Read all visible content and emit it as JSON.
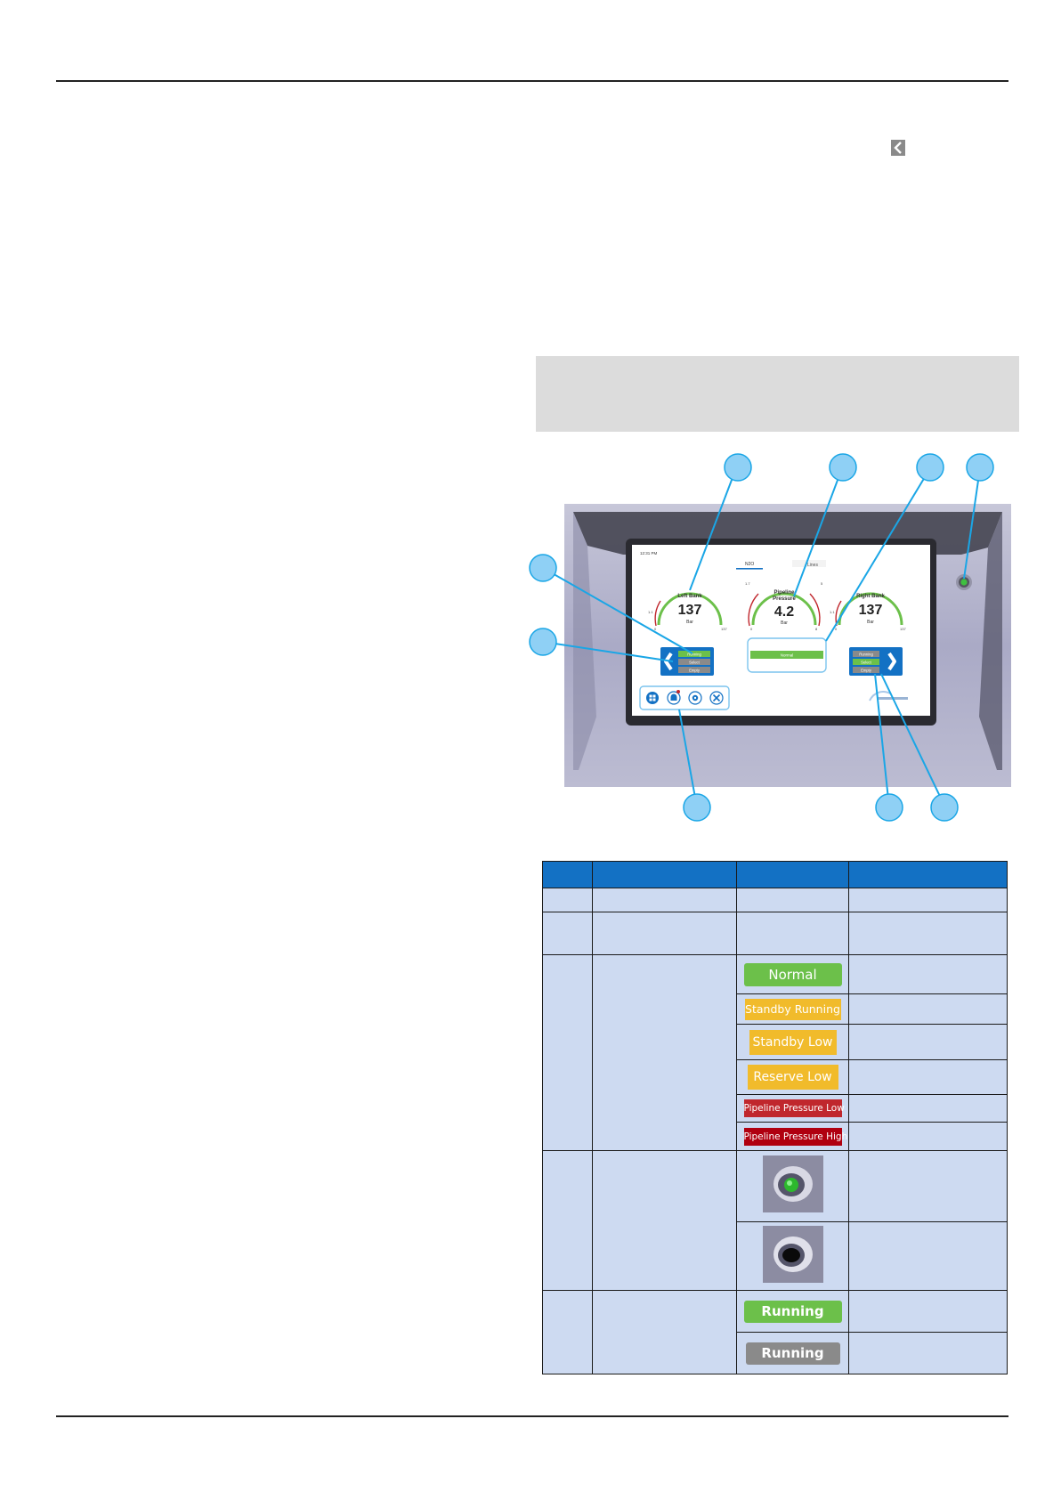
{
  "screen": {
    "time": "12:31 PM",
    "tabs": {
      "n2o": "N2O",
      "lines": "Lines"
    },
    "left_gauge": {
      "title": "Left Bank",
      "value": "137",
      "unit": "Bar",
      "min": "0",
      "max": "137",
      "tick": "1.1"
    },
    "center_gauge": {
      "title_line1": "Pipeline",
      "title_line2": "Pressure",
      "value": "4.2",
      "unit": "Bar",
      "min": "0",
      "max": "8",
      "low": "1.7",
      "high": "5"
    },
    "right_gauge": {
      "title": "Right Bank",
      "value": "137",
      "unit": "Bar",
      "min": "0",
      "max": "137",
      "tick": "1.1"
    },
    "left_status": {
      "running": "Running",
      "select": "Select",
      "empty": "Empty"
    },
    "right_status": {
      "running": "Running",
      "select": "Select",
      "empty": "Empty"
    },
    "alarm_status": "Normal",
    "colors": {
      "green": "#6cc04a",
      "grey": "#8a8a8a",
      "blue": "#1371c4",
      "callout": "#8fd0f5"
    }
  },
  "icons": {
    "back": "chevron-left-icon",
    "nav": [
      "home-icon",
      "bell-icon",
      "gear-icon",
      "tools-icon"
    ],
    "chevrons": [
      "chevron-left-icon",
      "chevron-right-icon"
    ]
  },
  "table": {
    "status_examples": {
      "normal": "Normal",
      "standby_running": "Standby Running",
      "standby_low": "Standby Low",
      "reserve_low": "Reserve Low",
      "pipeline_pressure_low": "Pipeline Pressure Low",
      "pipeline_pressure_high": "Pipeline Pressure High"
    },
    "bank_examples": {
      "running_active": "Running",
      "running_inactive": "Running"
    }
  }
}
